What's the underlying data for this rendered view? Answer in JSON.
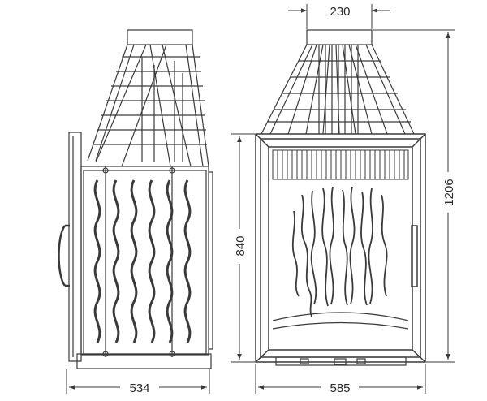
{
  "dimensions": {
    "side_depth": "534",
    "front_width": "585",
    "flue_width": "230",
    "body_height": "840",
    "total_height": "1206"
  },
  "colors": {
    "line": "#3a3a3a",
    "background": "#ffffff"
  }
}
